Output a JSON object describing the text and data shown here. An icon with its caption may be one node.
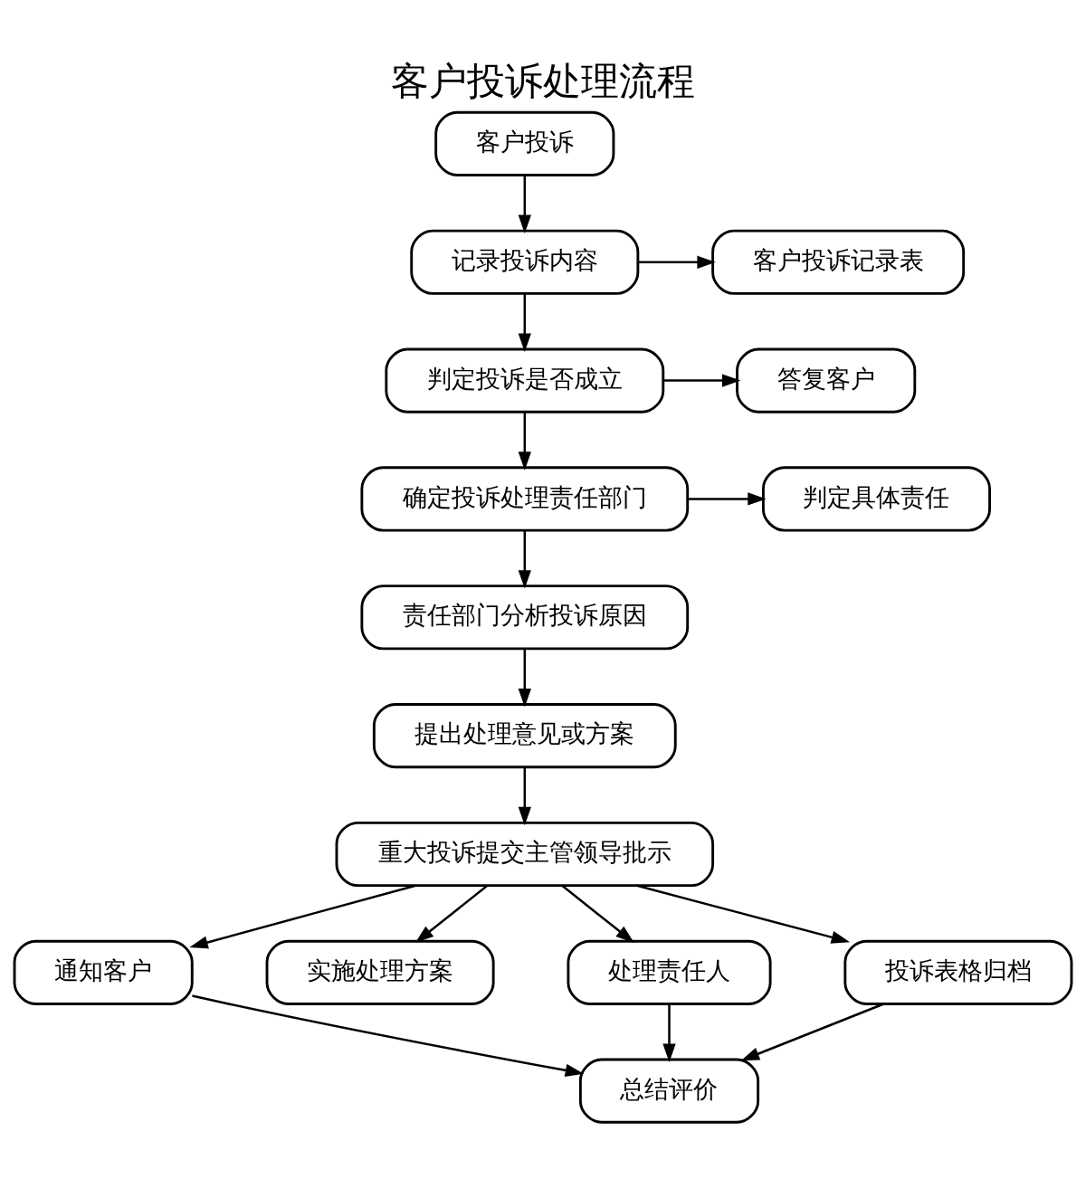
{
  "diagram": {
    "title": "客户投诉处理流程",
    "nodes": [
      {
        "text": [
          "客户投诉"
        ]
      },
      {
        "text": [
          "记录投诉内容"
        ]
      },
      {
        "text": [
          "客户投诉记录表"
        ]
      },
      {
        "text": [
          "判定投诉是否成立"
        ]
      },
      {
        "text": [
          "答复客户"
        ]
      },
      {
        "text": [
          "确定投诉处理责任部门"
        ]
      },
      {
        "text": [
          "判定具体责任"
        ]
      },
      {
        "text": [
          "责任部门分析投诉原因"
        ]
      },
      {
        "text": [
          "提出处理意见或方案"
        ]
      },
      {
        "text": [
          "重大投诉提交主管领导批示"
        ]
      },
      {
        "text": [
          "通知客户"
        ]
      },
      {
        "text": [
          "实施处理方案"
        ]
      },
      {
        "text": [
          "处理责任人"
        ]
      },
      {
        "text": [
          "投诉表格归档"
        ]
      },
      {
        "text": [
          "总结评价"
        ]
      }
    ],
    "edges": [
      {
        "from": 0,
        "to": 1,
        "arrow": "to"
      },
      {
        "from": 1,
        "to": 2,
        "arrow": "to"
      },
      {
        "from": 1,
        "to": 3,
        "arrow": "to"
      },
      {
        "from": 3,
        "to": 4,
        "arrow": "to"
      },
      {
        "from": 3,
        "to": 5,
        "arrow": "to"
      },
      {
        "from": 5,
        "to": 6,
        "arrow": "to"
      },
      {
        "from": 5,
        "to": 7,
        "arrow": "to"
      },
      {
        "from": 7,
        "to": 8,
        "arrow": "to"
      },
      {
        "from": 8,
        "to": 9,
        "arrow": "to"
      },
      {
        "from": 9,
        "to": 10,
        "arrow": "to"
      },
      {
        "from": 9,
        "to": 11,
        "arrow": "to"
      },
      {
        "from": 9,
        "to": 12,
        "arrow": "to"
      },
      {
        "from": 9,
        "to": 13,
        "arrow": "to"
      },
      {
        "from": 10,
        "to": 14,
        "arrow": "to"
      },
      {
        "from": 12,
        "to": 14,
        "arrow": "to"
      },
      {
        "from": 13,
        "to": 14,
        "arrow": "to"
      }
    ]
  }
}
